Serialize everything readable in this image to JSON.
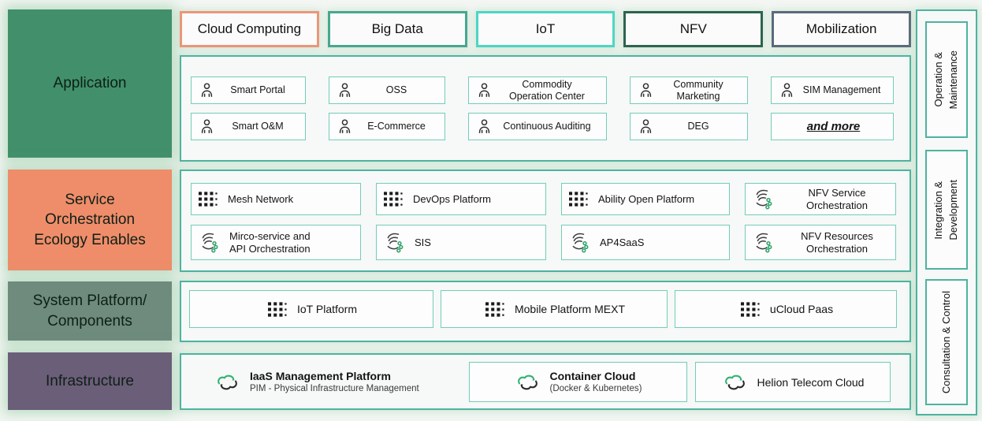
{
  "palette": {
    "background": "#f3f6f3",
    "container_border": "#4db3a0",
    "item_border": "#74ccb9",
    "orchestration_dot_green": "#2aa368",
    "cloud_arrow_green": "#33b173"
  },
  "top_tags": [
    {
      "label": "Cloud Computing",
      "border": "#ec9678"
    },
    {
      "label": "Big Data",
      "border": "#47a78f"
    },
    {
      "label": "IoT",
      "border": "#4dd6c6"
    },
    {
      "label": "NFV",
      "border": "#2d6450"
    },
    {
      "label": "Mobilization",
      "border": "#5b6a7c"
    }
  ],
  "left_rows": [
    {
      "label": "Application",
      "color": "#41906b"
    },
    {
      "label": "Service\nOrchestration\nEcology Enables",
      "color": "#ef8d6a"
    },
    {
      "label": "System Platform/\nComponents",
      "color": "#6e8b7e"
    },
    {
      "label": "Infrastructure",
      "color": "#6b5e79"
    }
  ],
  "application": {
    "items": [
      {
        "label": "Smart Portal",
        "icon": "person-icon"
      },
      {
        "label": "OSS",
        "icon": "person-icon"
      },
      {
        "label": "Commodity\nOperation Center",
        "icon": "person-icon"
      },
      {
        "label": "Community\nMarketing",
        "icon": "person-icon"
      },
      {
        "label": "SIM Management",
        "icon": "person-icon"
      },
      {
        "label": "Smart O&M",
        "icon": "person-icon"
      },
      {
        "label": "E-Commerce",
        "icon": "person-icon"
      },
      {
        "label": "Continuous Auditing",
        "icon": "person-icon"
      },
      {
        "label": "DEG",
        "icon": "person-icon"
      },
      {
        "label": "and more",
        "icon": "none"
      }
    ]
  },
  "service": {
    "items": [
      {
        "label": "Mesh Network",
        "icon": "grid-icon"
      },
      {
        "label": "DevOps Platform",
        "icon": "grid-icon"
      },
      {
        "label": "Ability Open Platform",
        "icon": "grid-icon"
      },
      {
        "label": "NFV Service\nOrchestration",
        "icon": "orchestration-icon"
      },
      {
        "label": "Mirco-service and\nAPI Orchestration",
        "icon": "orchestration-icon"
      },
      {
        "label": "SIS",
        "icon": "orchestration-icon"
      },
      {
        "label": "AP4SaaS",
        "icon": "orchestration-icon"
      },
      {
        "label": "NFV Resources\nOrchestration",
        "icon": "orchestration-icon"
      }
    ]
  },
  "system": {
    "items": [
      {
        "label": "IoT Platform",
        "icon": "grid-icon"
      },
      {
        "label": "Mobile Platform MEXT",
        "icon": "grid-icon"
      },
      {
        "label": "uCloud Paas",
        "icon": "grid-icon"
      }
    ]
  },
  "infrastructure": {
    "items": [
      {
        "title": "IaaS Management Platform",
        "subtitle": "PIM - Physical Infrastructure Management",
        "icon": "cloud-sync-icon"
      },
      {
        "title": "Container Cloud",
        "subtitle": "(Docker & Kubernetes)",
        "icon": "cloud-sync-icon"
      },
      {
        "title": "Helion Telecom Cloud",
        "subtitle": "",
        "icon": "cloud-sync-icon"
      }
    ]
  },
  "sidebar": {
    "items": [
      {
        "label": "Operation &\nMaintenance"
      },
      {
        "label": "Integration &\nDevelopment"
      },
      {
        "label": "Consultation & Control"
      }
    ]
  }
}
